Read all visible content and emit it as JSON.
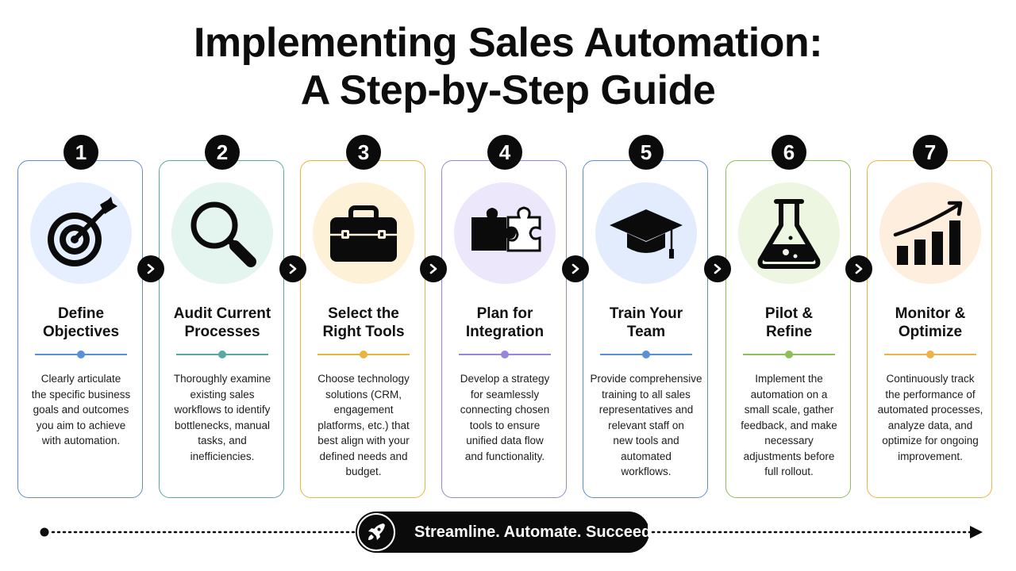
{
  "title": {
    "line1": "Implementing Sales Automation:",
    "line2": "A Step-by-Step Guide"
  },
  "steps": [
    {
      "number": "1",
      "title_lines": [
        "Define",
        "Objectives"
      ],
      "description_lines": [
        "Clearly articulate",
        "the specific business",
        "goals and outcomes",
        "you aim to achieve",
        "with automation."
      ],
      "icon": "target-icon",
      "accent": "#5b8fd6",
      "icon_bg": "#e6efff"
    },
    {
      "number": "2",
      "title_lines": [
        "Audit Current",
        "Processes"
      ],
      "description_lines": [
        "Thoroughly examine",
        "existing sales",
        "workflows to identify",
        "bottlenecks, manual",
        "tasks, and",
        "inefficiencies."
      ],
      "icon": "magnifier-icon",
      "accent": "#5aa9a0",
      "icon_bg": "#e4f4ef"
    },
    {
      "number": "3",
      "title_lines": [
        "Select the",
        "Right Tools"
      ],
      "description_lines": [
        "Choose technology",
        "solutions (CRM,",
        "engagement",
        "platforms, etc.) that",
        "best align with your",
        "defined needs and",
        "budget."
      ],
      "icon": "toolbox-icon",
      "accent": "#e7b43c",
      "icon_bg": "#fdf1d8"
    },
    {
      "number": "4",
      "title_lines": [
        "Plan for",
        "Integration"
      ],
      "description_lines": [
        "Develop a strategy",
        "for seamlessly",
        "connecting chosen",
        "tools to ensure",
        "unified data flow",
        "and functionality."
      ],
      "icon": "puzzle-icon",
      "accent": "#9a86d8",
      "icon_bg": "#ece7fb"
    },
    {
      "number": "5",
      "title_lines": [
        "Train Your",
        "Team"
      ],
      "description_lines": [
        "Provide comprehensive",
        "training to all sales",
        "representatives and",
        "relevant staff on",
        "new tools and",
        "automated",
        "workflows."
      ],
      "icon": "graduation-cap-icon",
      "accent": "#5b8fd6",
      "icon_bg": "#e3ecfd"
    },
    {
      "number": "6",
      "title_lines": [
        "Pilot &",
        "Refine"
      ],
      "description_lines": [
        "Implement the",
        "automation on a",
        "small scale, gather",
        "feedback, and make",
        "necessary",
        "adjustments before",
        "full rollout."
      ],
      "icon": "flask-icon",
      "accent": "#8fbf58",
      "icon_bg": "#ecf6e1"
    },
    {
      "number": "7",
      "title_lines": [
        "Monitor &",
        "Optimize"
      ],
      "description_lines": [
        "Continuously track",
        "the performance of",
        "automated processes,",
        "analyze data, and",
        "optimize for ongoing",
        "improvement."
      ],
      "icon": "growth-chart-icon",
      "accent": "#eeb24a",
      "icon_bg": "#fdeedd"
    }
  ],
  "footer": {
    "tagline": "Streamline. Automate. Succeed.",
    "icon": "rocket-icon"
  }
}
